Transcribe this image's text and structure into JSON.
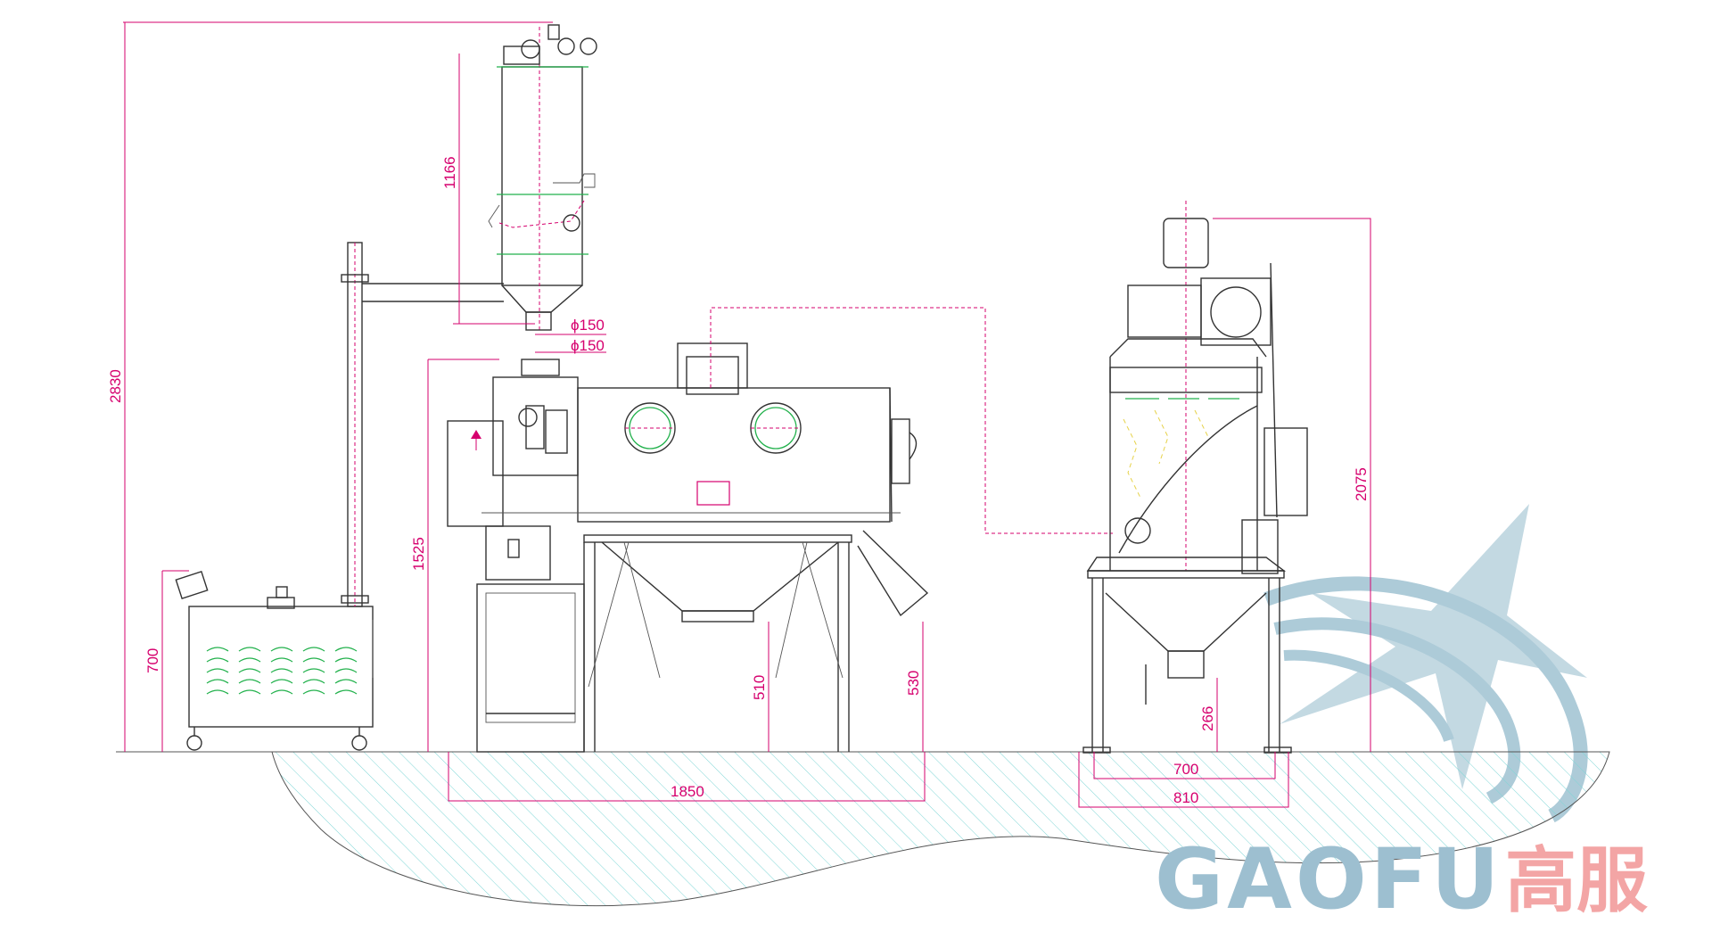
{
  "drawing": {
    "dimensions": {
      "total_height": "2830",
      "filter_column_height": "1166",
      "pipe_diameter_upper": "ϕ150",
      "pipe_diameter_lower": "ϕ150",
      "sieve_height": "1525",
      "feeder_height": "700",
      "outlet_height_510": "510",
      "outlet_height_530": "530",
      "sieve_length": "1850",
      "collector_height": "2075",
      "collector_outlet_height": "266",
      "collector_width_inner": "700",
      "collector_width_outer": "810"
    },
    "colors": {
      "dimension": "#d6006e",
      "outline": "#333333",
      "accent_green": "#22b14c",
      "ground_hatch": "#7fd6d6",
      "watermark_blue": "#9dbfd0",
      "watermark_red": "#f3a5a5"
    }
  },
  "watermark": {
    "brand_en": "GAOFU",
    "brand_cn": "高服"
  }
}
